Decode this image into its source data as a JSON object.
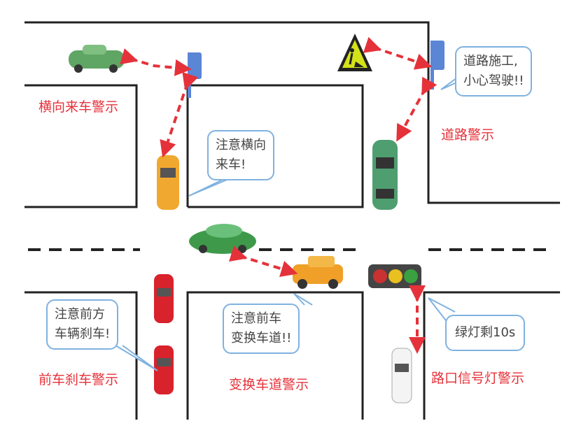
{
  "labels": {
    "cross_traffic": "横向来车警示",
    "road_warning": "道路警示",
    "brake_warning": "前车刹车警示",
    "lane_change_warning": "变换车道警示",
    "signal_warning": "路口信号灯警示"
  },
  "bubbles": {
    "cross_traffic": [
      "注意横向",
      "来车!"
    ],
    "road_work": [
      "道路施工,",
      "小心驾驶!!"
    ],
    "brake": [
      "注意前方",
      "车辆刹车!"
    ],
    "lane_change": [
      "注意前车",
      "变换车道!!"
    ],
    "signal": [
      "绿灯剩10s"
    ]
  },
  "colors": {
    "warning_text": "#e5323a",
    "arrow": "#e5323a",
    "bubble_border": "#7fb2e0",
    "rsu": "#5b86d6"
  }
}
